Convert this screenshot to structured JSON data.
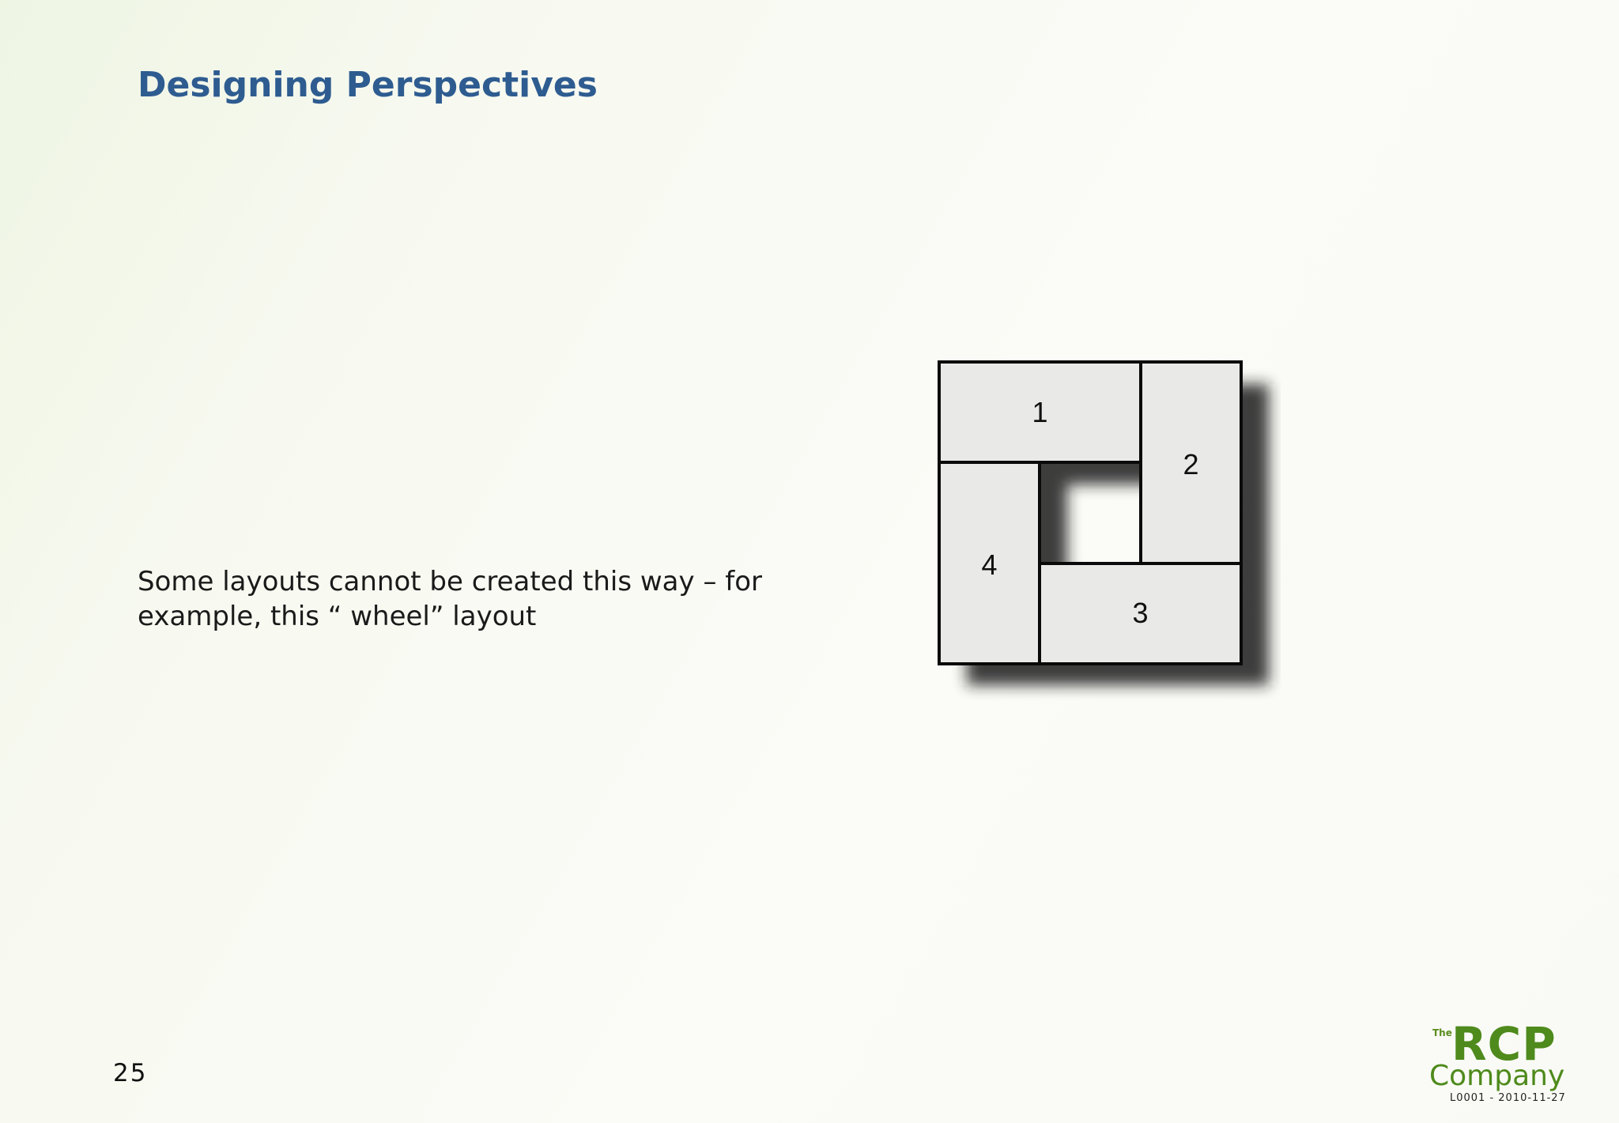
{
  "slide": {
    "title": "Designing Perspectives",
    "body_lines": [
      "Some layouts cannot be created this way – for",
      "example, this “ wheel” layout"
    ],
    "page_number": "25"
  },
  "diagram": {
    "panels": [
      {
        "label": "1"
      },
      {
        "label": "2"
      },
      {
        "label": "3"
      },
      {
        "label": "4"
      }
    ],
    "colors": {
      "panel_fill": "#e9e9e8",
      "stroke": "#0a0a0a",
      "shadow": "#1a1a1a"
    }
  },
  "logo": {
    "the": "The",
    "rcp": "RCP",
    "company": "Company",
    "code": "L0001 - 2010-11-27",
    "color": "#4e8a1c"
  },
  "colors": {
    "title": "#2e5c90",
    "text": "#1a1a1a"
  }
}
